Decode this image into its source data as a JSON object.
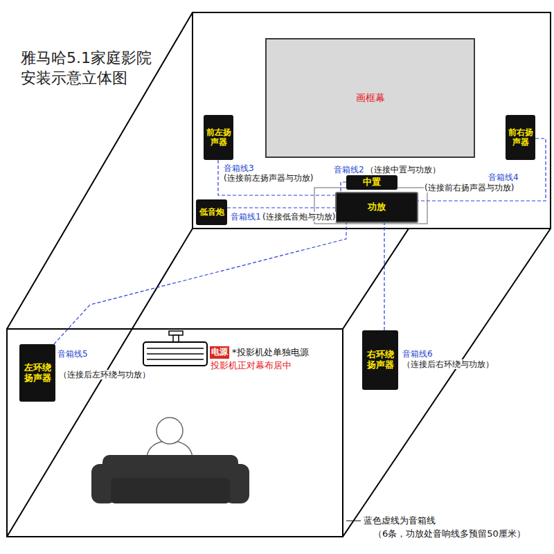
{
  "diagram": {
    "title": "雅马哈5.1家庭影院 安装示意立体图",
    "nodes": [
      {
        "text": [
          "画框幕"
        ]
      },
      {
        "text": [
          "前左扬声器"
        ]
      },
      {
        "text": [
          "前右扬声器"
        ]
      },
      {
        "text": [
          "中置"
        ]
      },
      {
        "text": [
          "功放"
        ]
      },
      {
        "text": [
          "低音炮"
        ]
      },
      {
        "text": [
          "左环绕扬声器"
        ]
      },
      {
        "text": [
          "右环绕扬声器"
        ]
      },
      {
        "text": [
          "电源"
        ]
      }
    ],
    "edges": [
      {
        "from": 1,
        "to": 4,
        "arrow": "none"
      },
      {
        "from": 2,
        "to": 4,
        "arrow": "none"
      },
      {
        "from": 3,
        "to": 4,
        "arrow": "none"
      },
      {
        "from": 5,
        "to": 4,
        "arrow": "none"
      },
      {
        "from": 6,
        "to": 4,
        "arrow": "none"
      },
      {
        "from": 7,
        "to": 4,
        "arrow": "none"
      }
    ],
    "labels": [
      "音箱线3",
      "(连接前左扬声器与功放)",
      "音箱线2",
      "（连接中置与功放）",
      "音箱线4",
      "(连接前右扬声器与功放)",
      "音箱线1",
      "(连接低音炮与功放)",
      "音箱线5",
      "（连接后左环绕与功放）",
      "*投影机处单独电源",
      "投影机正对幕布居中",
      "音箱线6",
      "（连接后右环绕与功放）",
      "蓝色虚线为音箱线",
      "（6条，功放处音响线多预留50厘米）"
    ]
  }
}
